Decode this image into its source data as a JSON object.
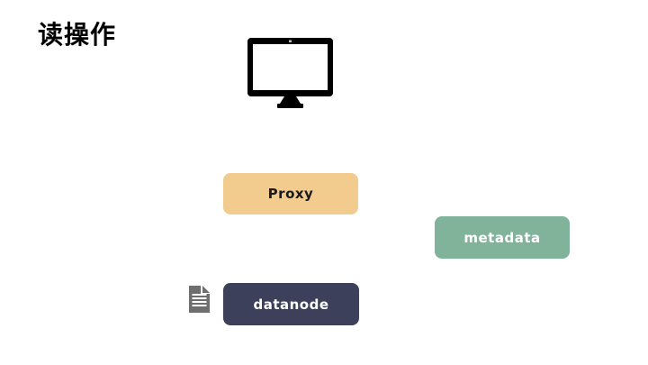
{
  "title": "读操作",
  "diagram": {
    "client": {
      "icon": "monitor-icon",
      "color": "#000000"
    },
    "nodes": [
      {
        "id": "proxy",
        "label": "Proxy",
        "fill": "#F2CC8F",
        "text_color": "#1A1A1A"
      },
      {
        "id": "metadata",
        "label": "metadata",
        "fill": "#81B29A",
        "text_color": "#FFFFFF"
      },
      {
        "id": "datanode",
        "label": "datanode",
        "fill": "#3D405B",
        "text_color": "#FFFFFF"
      }
    ],
    "file_icon": {
      "name": "document-icon",
      "color": "#6E6E6E",
      "line_color": "#FFFFFF"
    }
  },
  "colors": {
    "background": "#FFFFFF",
    "title_text": "#000000"
  }
}
